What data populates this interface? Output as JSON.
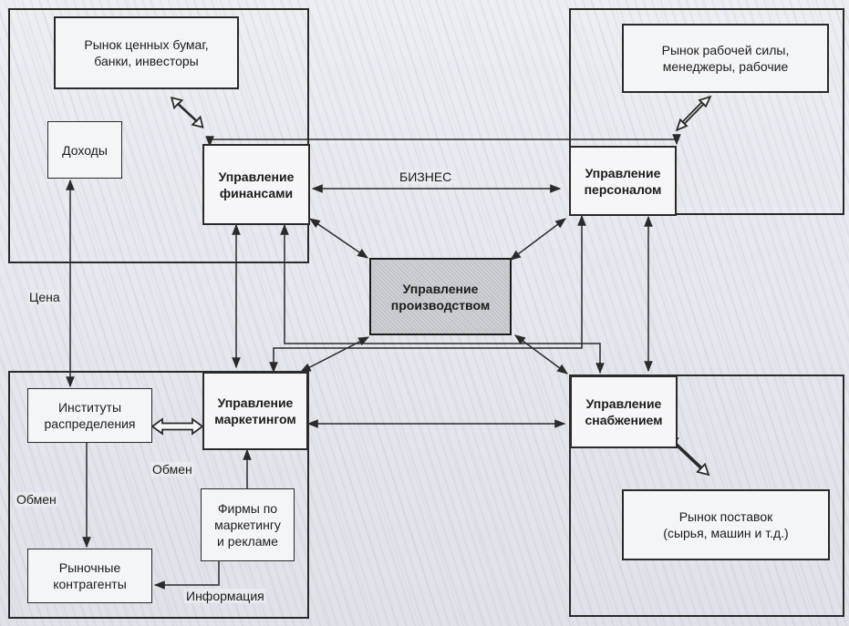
{
  "boxes": {
    "securities_market": {
      "line1": "Рынок ценных бумаг,",
      "line2": "банки, инвесторы"
    },
    "labor_market": {
      "line1": "Рынок рабочей силы,",
      "line2": "менеджеры, рабочие"
    },
    "income": {
      "line1": "Доходы"
    },
    "finance_mgmt": {
      "line1": "Управление",
      "line2": "финансами"
    },
    "personnel_mgmt": {
      "line1": "Управление",
      "line2": "персоналом"
    },
    "production_mgmt": {
      "line1": "Управление",
      "line2": "производством"
    },
    "marketing_mgmt": {
      "line1": "Управление",
      "line2": "маркетингом"
    },
    "supply_mgmt": {
      "line1": "Управление",
      "line2": "снабжением"
    },
    "distribution_institutions": {
      "line1": "Институты",
      "line2": "распределения"
    },
    "marketing_firms": {
      "line1": "Фирмы по",
      "line2": "маркетингу",
      "line3": "и рекламе"
    },
    "market_counterparts": {
      "line1": "Рыночные",
      "line2": "контрагенты"
    },
    "supply_market": {
      "line1": "Рынок поставок",
      "line2": "(сырья, машин и т.д.)"
    }
  },
  "labels": {
    "business": "БИЗНЕС",
    "price": "Цена",
    "exchange_left": "Обмен",
    "exchange_right": "Обмен",
    "information": "Информация"
  },
  "colors": {
    "line": "#2a2a2a",
    "production_fill": "#c4c6ca"
  }
}
